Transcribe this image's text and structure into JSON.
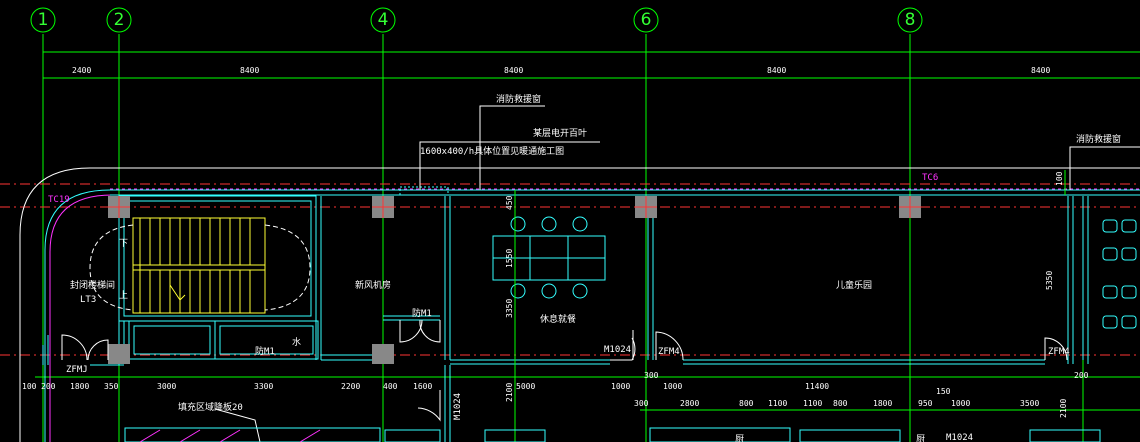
{
  "colors": {
    "background": "#000000",
    "axis": "#00ff00",
    "wall": "#33ffff",
    "stair": "#ffff33",
    "tag": "#ff33ff",
    "red": "#ff3333",
    "column": "#888888"
  },
  "axes": [
    {
      "id": "1",
      "label": "1"
    },
    {
      "id": "2",
      "label": "2"
    },
    {
      "id": "4",
      "label": "4"
    },
    {
      "id": "6",
      "label": "6"
    },
    {
      "id": "8",
      "label": "8"
    }
  ],
  "top_dims": [
    "2400",
    "8400",
    "8400",
    "8400",
    "8400"
  ],
  "labels": {
    "fire_window_1": "消防救援窗",
    "fire_window_2": "消防救援窗",
    "louver_line1": "某层电开百叶",
    "louver_line2": "1600x400/h具体位置见暖通施工图",
    "tc19": "TC19",
    "tc6": "TC6",
    "stair_name": "封闭楼梯间",
    "stair_id": "LT3",
    "stair_down": "下",
    "stair_up": "上",
    "fresh_air_room": "新风机房",
    "rest_area": "休息就餐",
    "kids_area": "儿童乐园",
    "fill_zone": "填充区域降板20",
    "water": "水",
    "door_m1": "防M1",
    "door_m1b": "防M1",
    "door_zfm_a": "ZFMJ",
    "door_zfm_b": "ZFM4",
    "door_zfm_c": "ZFM4",
    "door_m1024_a": "M1024",
    "door_m1024_b": "M1024",
    "door_m1024_c": "M1024",
    "dim_v_100": "100",
    "dim_v_450": "450",
    "dim_v_1550": "1550",
    "dim_v_3350": "3350",
    "dim_v_5350": "5350",
    "dim_v_2100a": "2100",
    "dim_v_2100b": "2100",
    "dim_150": "150",
    "bottom_room_a": "厨",
    "bottom_room_b": "厨"
  },
  "bottom_dims": [
    "100",
    "200",
    "1800",
    "350",
    "3000",
    "3300",
    "2200",
    "400",
    "1600",
    "5000",
    "1000",
    "300",
    "1000",
    "11400",
    "200"
  ],
  "bottom_dims2": [
    "300",
    "2800",
    "800",
    "1100",
    "1100",
    "800",
    "1800",
    "950",
    "1000",
    "3500",
    "2100"
  ]
}
